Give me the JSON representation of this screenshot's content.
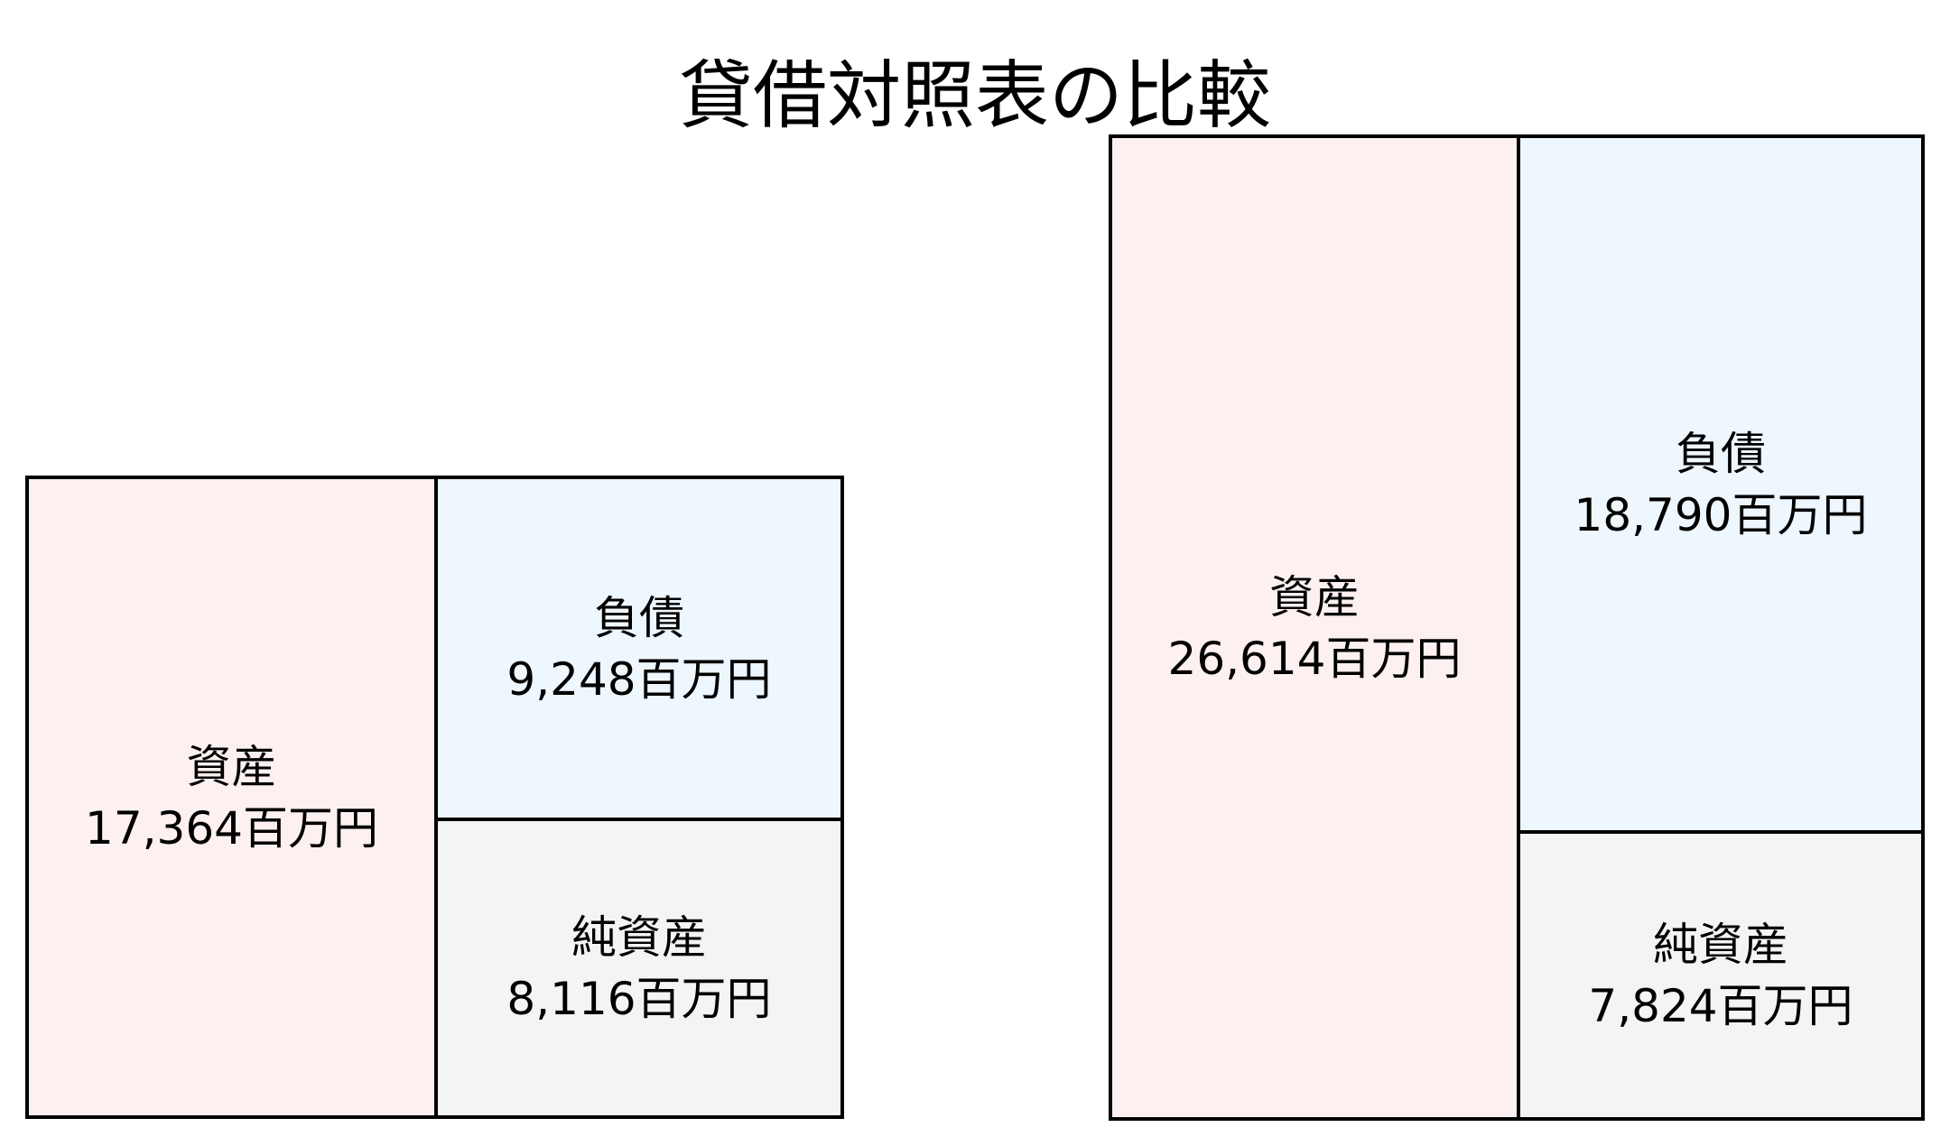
{
  "title": "貸借対照表の比較",
  "colors": {
    "assets": "#fdf0f0",
    "liabilities": "#eef6fe",
    "net_assets": "#f4f4f4",
    "border": "#000000"
  },
  "left": {
    "assets": {
      "label": "資産",
      "value": "17,364百万円"
    },
    "liabilities": {
      "label": "負債",
      "value": "9,248百万円"
    },
    "net_assets": {
      "label": "純資産",
      "value": "8,116百万円"
    }
  },
  "right": {
    "assets": {
      "label": "資産",
      "value": "26,614百万円"
    },
    "liabilities": {
      "label": "負債",
      "value": "18,790百万円"
    },
    "net_assets": {
      "label": "純資産",
      "value": "7,824百万円"
    }
  },
  "chart_data": {
    "type": "bar",
    "subtype": "balance-sheet-block-diagram",
    "title": "貸借対照表の比較",
    "unit": "百万円",
    "categories": [
      "left",
      "right"
    ],
    "series": [
      {
        "name": "資産",
        "values": [
          17364,
          26614
        ]
      },
      {
        "name": "負債",
        "values": [
          9248,
          18790
        ]
      },
      {
        "name": "純資産",
        "values": [
          8116,
          7824
        ]
      }
    ],
    "xlabel": "",
    "ylabel": "",
    "grid": false,
    "legend": "none"
  }
}
